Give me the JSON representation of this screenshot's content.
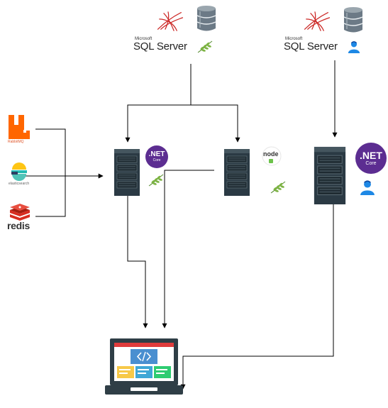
{
  "sql_servers": [
    {
      "microsoft_label": "Microsoft",
      "product_label": "SQL Server",
      "environment_icon": "leaf-icon"
    },
    {
      "microsoft_label": "Microsoft",
      "product_label": "SQL Server",
      "environment_icon": "user-icon"
    }
  ],
  "dotnet_badges": [
    {
      "net_label": ".NET",
      "core_label": "Core"
    },
    {
      "net_label": ".NET",
      "core_label": "Core"
    }
  ],
  "node_badge": {
    "label": "node"
  },
  "message_services": {
    "rabbitmq_label": "RabbitMQ",
    "elastic_label": "elasticsearch",
    "redis_label": "redis"
  },
  "colors": {
    "line": "#000000",
    "server_body": "#2b3a44",
    "rabbit": "#ff6600",
    "redis": "#d82c20",
    "dotnet": "#5c2d91",
    "leaf": "#7cb342",
    "user": "#1e88e5",
    "laptop_frame": "#2f3e46",
    "laptop_red": "#e03c3c",
    "laptop_screen": "#3fa7d6",
    "code_box": "#4a8fd0",
    "yellow": "#f7c948",
    "green": "#2ecc71",
    "db_barrel": "#6c7a86",
    "sql_red": "#cc2927"
  },
  "icons": {
    "server": "server-rack-icon",
    "database": "database-icon",
    "laptop": "laptop-code-icon",
    "rabbitmq": "rabbitmq-icon",
    "elastic": "elasticsearch-icon",
    "redis": "redis-icon",
    "node": "nodejs-icon",
    "leaf": "leaf-icon",
    "user": "user-icon"
  }
}
